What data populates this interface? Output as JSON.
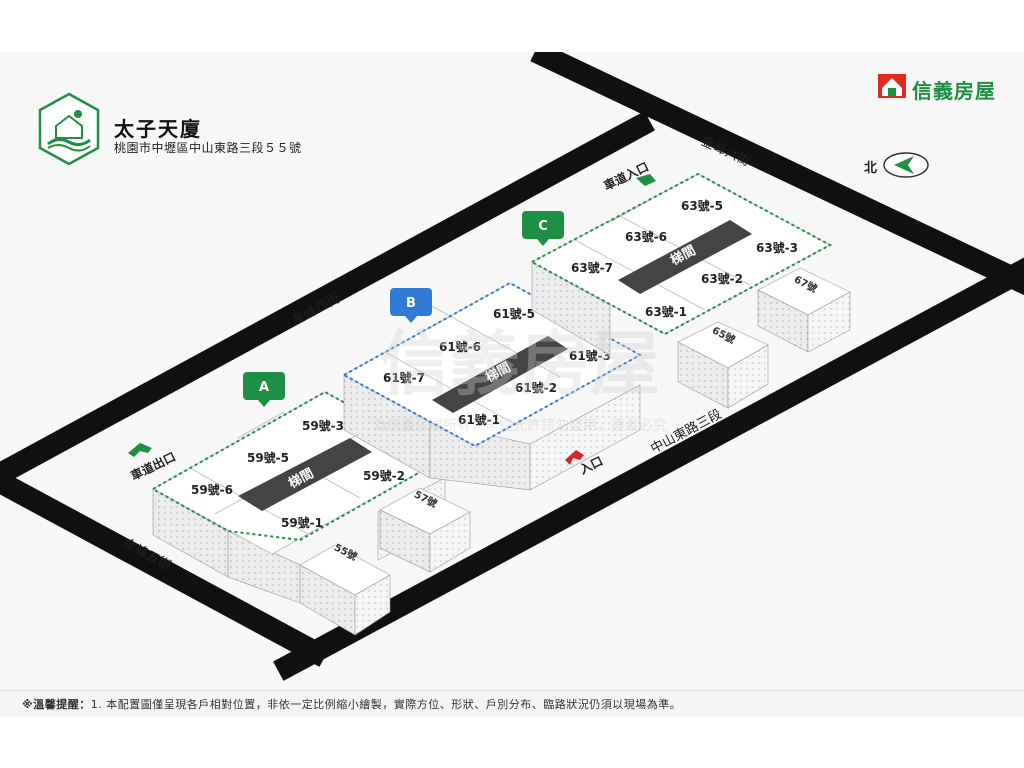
{
  "building": {
    "name": "太子天廈",
    "address": "桃園市中壢區中山東路三段５５號"
  },
  "brand": {
    "name": "信義房屋",
    "color": "#1f8f45",
    "logo_accent": "#e02a1f"
  },
  "north_label": "北",
  "streets": {
    "north_east": "金峰六街",
    "north_west": "金峰四街",
    "south_west": "金峰五街",
    "south_east": "中山東路三段"
  },
  "markers": {
    "a": "A",
    "b": "B",
    "c": "C"
  },
  "access": {
    "ramp_entrance": "車道入口",
    "ramp_exit": "車道出口",
    "entrance": "入口"
  },
  "units": {
    "u59_1": "59號-1",
    "u59_2": "59號-2",
    "u59_3": "59號-3",
    "u59_5": "59號-5",
    "u59_6": "59號-6",
    "u61_1": "61號-1",
    "u61_2": "61號-2",
    "u61_3": "61號-3",
    "u61_5": "61號-5",
    "u61_6": "61號-6",
    "u61_7": "61號-7",
    "u63_1": "63號-1",
    "u63_2": "63號-2",
    "u63_3": "63號-3",
    "u63_5": "63號-5",
    "u63_6": "63號-6",
    "u63_7": "63號-7",
    "u55": "55號",
    "u57": "57號",
    "u65": "65號",
    "u67": "67號",
    "stairs": "梯間"
  },
  "watermark": {
    "brand": "信義房屋",
    "notice": "為信義房屋所有，未經允許請勿盜用，違者必究"
  },
  "footer": {
    "prefix": "※溫馨提醒：",
    "text": "1. 本配置圖僅呈現各戶相對位置，非依一定比例縮小繪製，實際方位、形狀、戶別分布、臨路狀況仍須以現場為準。"
  },
  "colors": {
    "marker_green": "#1f8f45",
    "marker_blue": "#2f7bd6",
    "road": "#111111",
    "stair_fill": "#444444",
    "entrance_red": "#d62828"
  }
}
